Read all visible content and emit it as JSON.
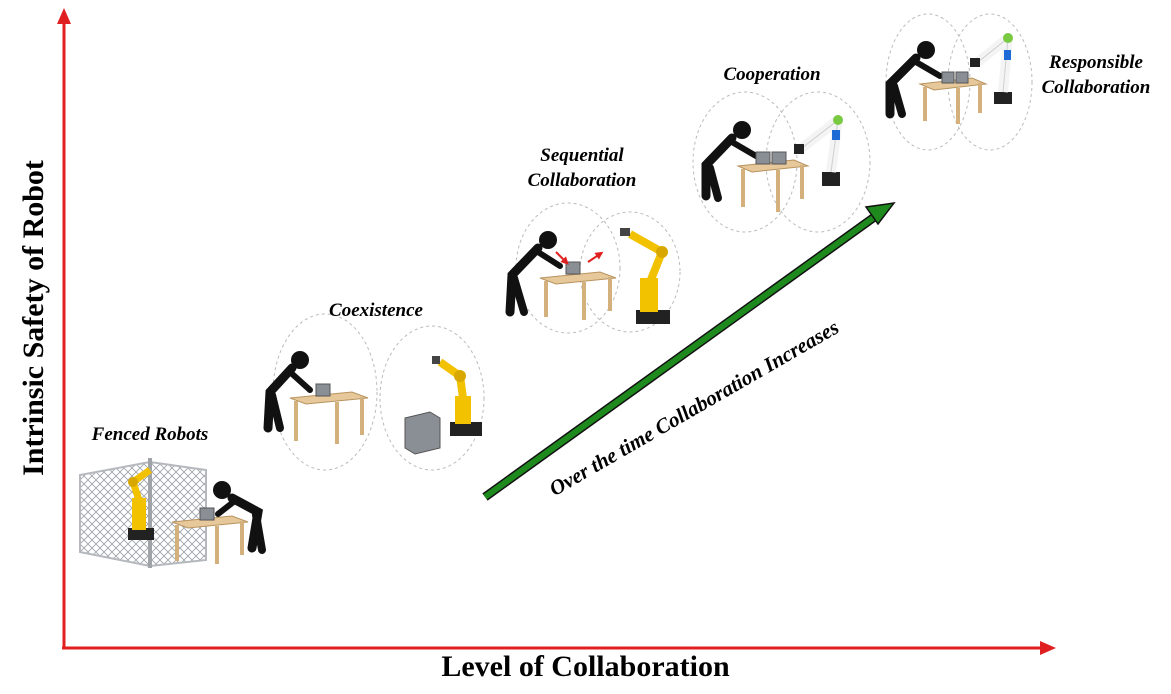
{
  "axes": {
    "y_title": "Intrinsic Safety of Robot",
    "x_title": "Level of Collaboration",
    "color": "#e02020"
  },
  "stages": [
    {
      "label_lines": [
        "Fenced Robots"
      ]
    },
    {
      "label_lines": [
        "Coexistence"
      ]
    },
    {
      "label_lines": [
        "Sequential",
        "Collaboration"
      ]
    },
    {
      "label_lines": [
        "Cooperation"
      ]
    },
    {
      "label_lines": [
        "Responsible",
        "Collaboration"
      ]
    }
  ],
  "trend": {
    "text": "Over the time Collaboration Increases",
    "color": "#1e8a1e"
  },
  "colors": {
    "robot": "#f2c200",
    "robot_dark": "#1a1a1a",
    "cobot": "#f4f4f4",
    "cobot_accent": "#7ac943",
    "table": "#e6c89a",
    "person": "#111111",
    "box": "#8a8f96"
  },
  "icons": [
    "person-icon",
    "industrial-robot-icon",
    "cobot-arm-icon",
    "table-icon",
    "fence-icon",
    "box-icon"
  ]
}
